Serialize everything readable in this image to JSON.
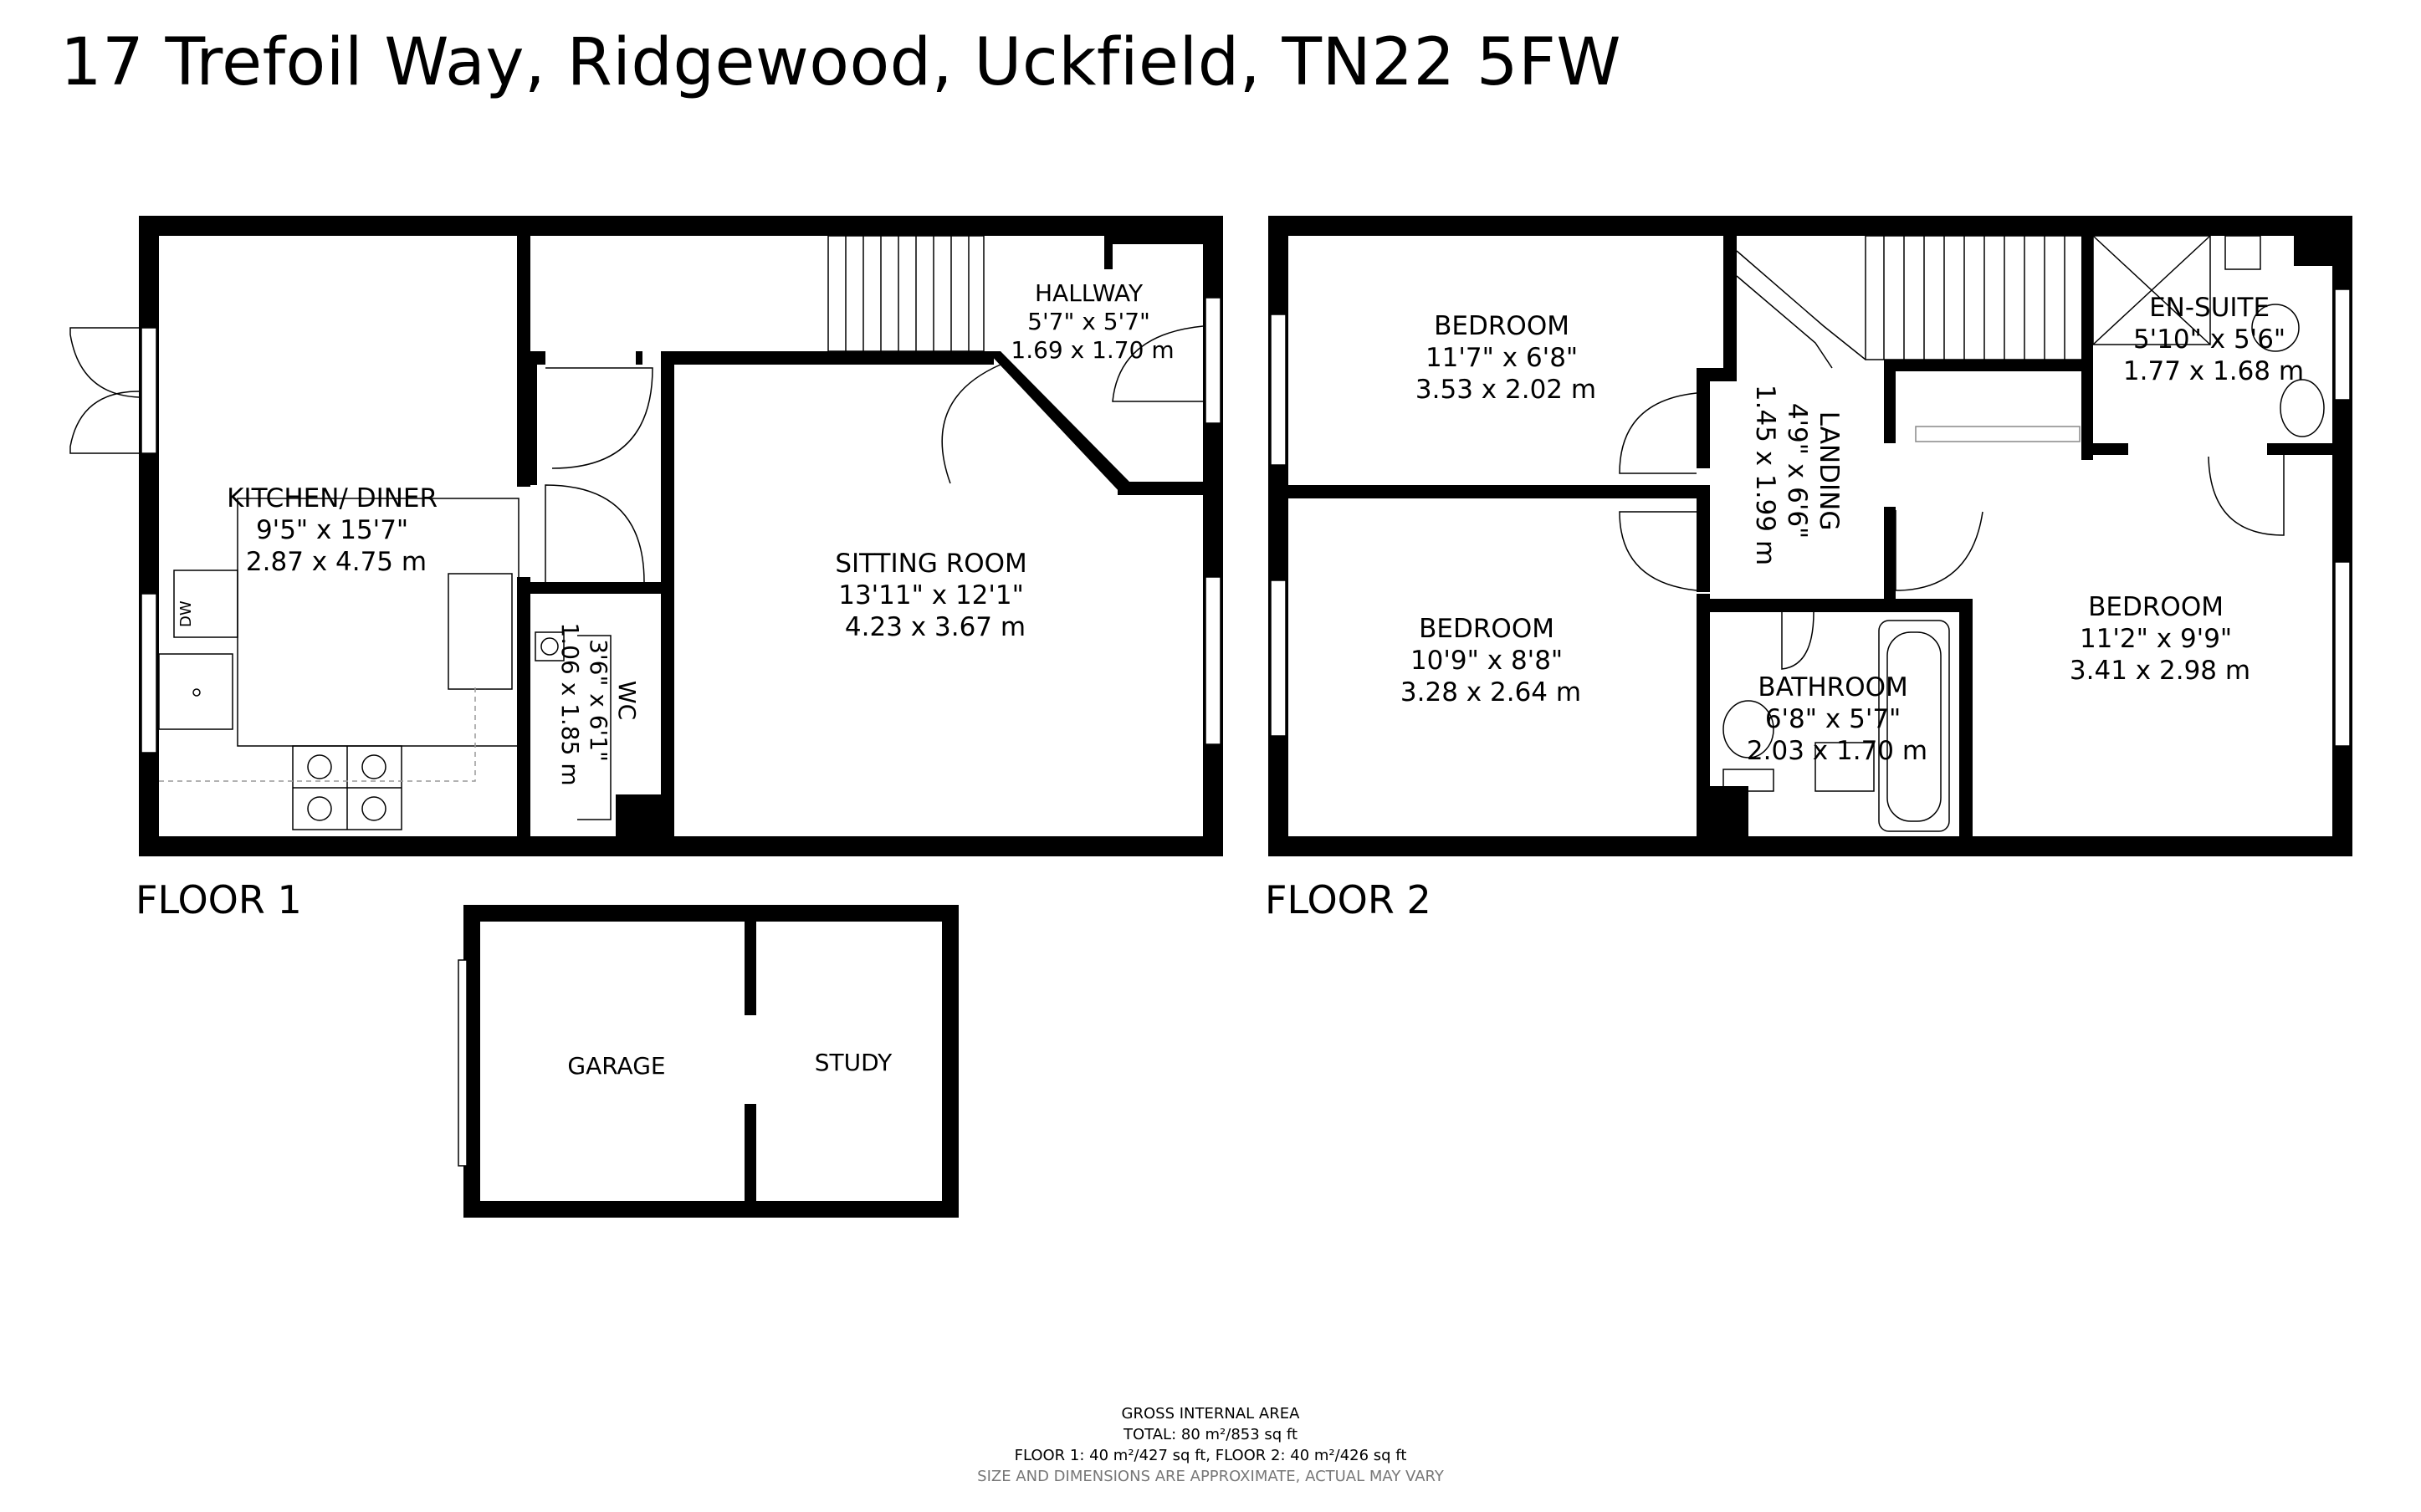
{
  "title": "17 Trefoil Way, Ridgewood, Uckfield, TN22 5FW",
  "floors": {
    "floor1": {
      "label": "FLOOR 1"
    },
    "floor2": {
      "label": "FLOOR 2"
    }
  },
  "rooms": {
    "kitchen": {
      "name": "KITCHEN/ DINER",
      "imperial": "9'5\" x 15'7\"",
      "metric": "2.87 x 4.75 m"
    },
    "hallway": {
      "name": "HALLWAY",
      "imperial": "5'7\" x 5'7\"",
      "metric": "1.69 x 1.70 m"
    },
    "sitting": {
      "name": "SITTING ROOM",
      "imperial": "13'11\" x 12'1\"",
      "metric": "4.23 x 3.67 m"
    },
    "wc": {
      "name": "WC",
      "imperial": "3'6\" x 6'1\"",
      "metric": "1.06 x 1.85 m"
    },
    "garage": {
      "name": "GARAGE"
    },
    "study": {
      "name": "STUDY"
    },
    "bedroom1": {
      "name": "BEDROOM",
      "imperial": "11'7\" x 6'8\"",
      "metric": "3.53 x 2.02 m"
    },
    "bedroom2": {
      "name": "BEDROOM",
      "imperial": "10'9\" x 8'8\"",
      "metric": "3.28 x 2.64 m"
    },
    "bedroom3": {
      "name": "BEDROOM",
      "imperial": "11'2\" x 9'9\"",
      "metric": "3.41 x 2.98 m"
    },
    "landing": {
      "name": "LANDING",
      "imperial": "4'9\" x 6'6\"",
      "metric": "1.45 x 1.99 m"
    },
    "ensuite": {
      "name": "EN-SUITE",
      "imperial": "5'10\" x 5'6\"",
      "metric": "1.77 x 1.68 m"
    },
    "bathroom": {
      "name": "BATHROOM",
      "imperial": "6'8\" x 5'7\"",
      "metric": "2.03 x 1.70 m"
    }
  },
  "fixtures": {
    "dishwasher": "DW"
  },
  "area": {
    "heading": "GROSS INTERNAL AREA",
    "total": "TOTAL: 80 m²/853 sq ft",
    "floors": "FLOOR 1: 40 m²/427 sq ft, FLOOR 2: 40 m²/426 sq ft",
    "note": "SIZE AND DIMENSIONS ARE APPROXIMATE, ACTUAL MAY VARY"
  },
  "colors": {
    "wall": "#000000",
    "background": "#ffffff",
    "note": "#777777"
  }
}
